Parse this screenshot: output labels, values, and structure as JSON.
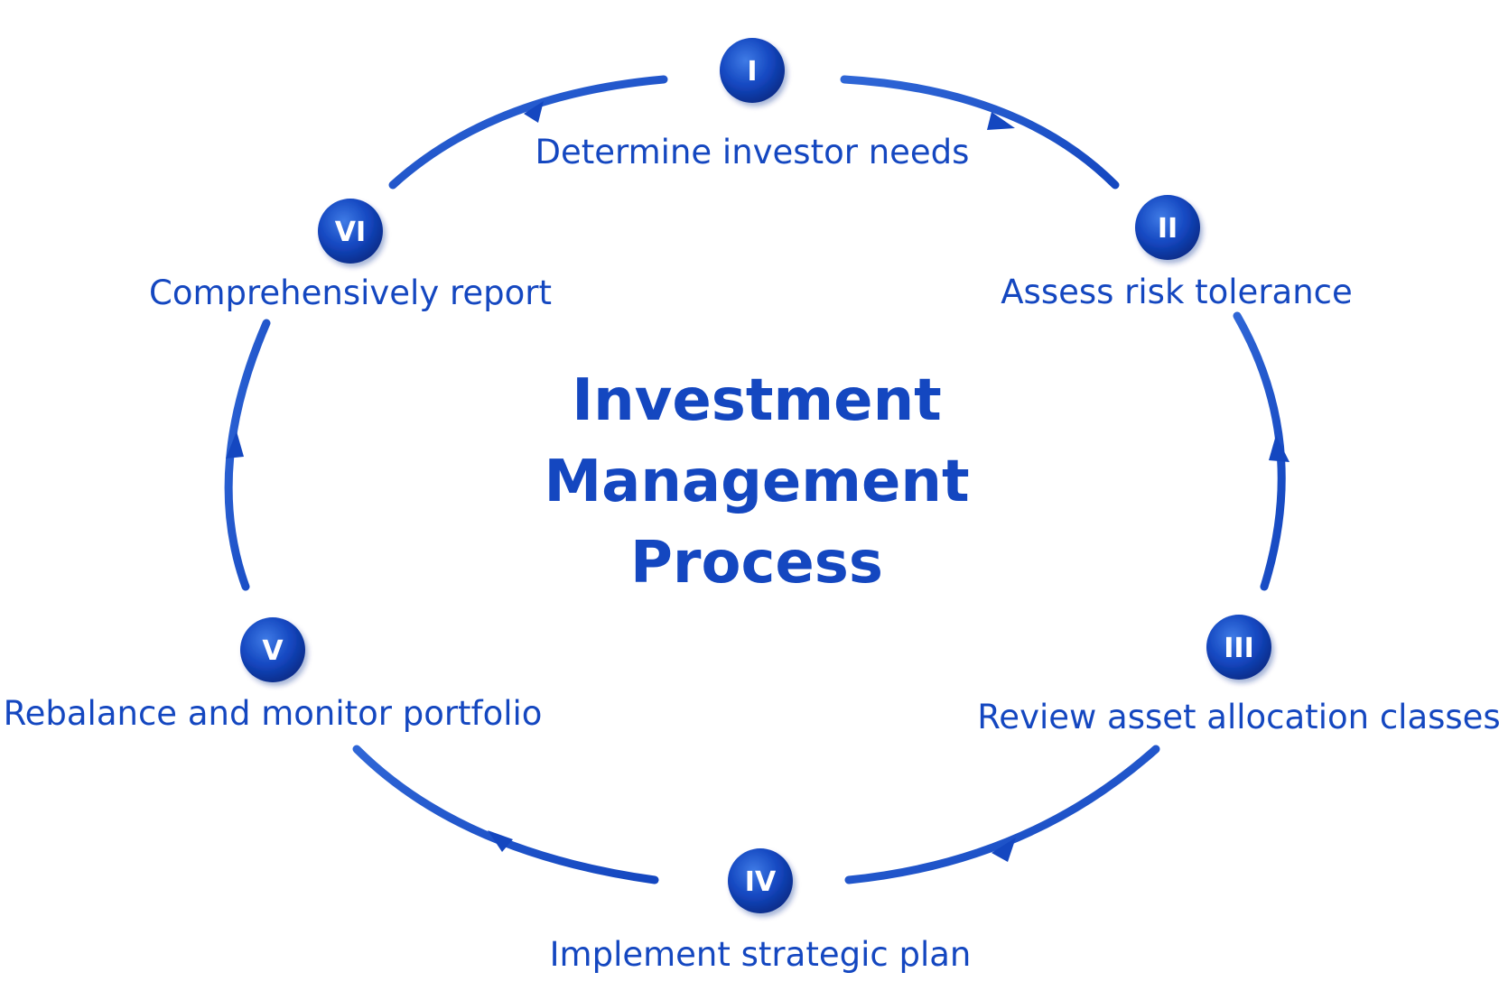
{
  "title_lines": [
    "Investment",
    "Management",
    "Process"
  ],
  "steps": [
    {
      "numeral": "I",
      "label": "Determine investor needs"
    },
    {
      "numeral": "II",
      "label": "Assess risk tolerance"
    },
    {
      "numeral": "III",
      "label": "Review asset allocation classes"
    },
    {
      "numeral": "IV",
      "label": "Implement strategic plan"
    },
    {
      "numeral": "V",
      "label": "Rebalance and monitor portfolio"
    },
    {
      "numeral": "VI",
      "label": "Comprehensively report"
    }
  ],
  "colors": {
    "primary": "#1447c0",
    "arrow": "#1f55c8",
    "badge_highlight": "#3f7be6",
    "badge_shadow": "#0b2f8f",
    "background": "#ffffff"
  }
}
